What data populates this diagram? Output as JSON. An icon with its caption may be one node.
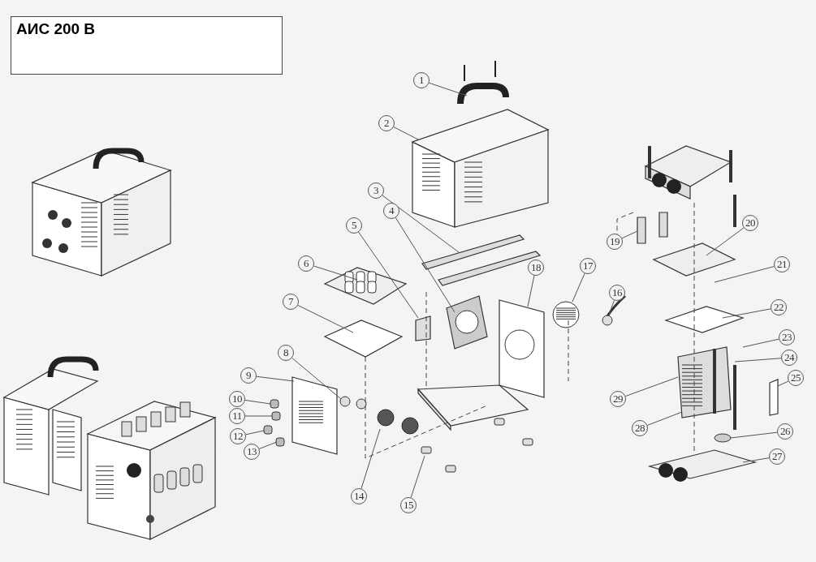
{
  "diagram": {
    "title": "АИС 200 В",
    "nodes": [
      {
        "text": [
          "1"
        ]
      },
      {
        "text": [
          "2"
        ]
      },
      {
        "text": [
          "3"
        ]
      },
      {
        "text": [
          "4"
        ]
      },
      {
        "text": [
          "5"
        ]
      },
      {
        "text": [
          "6"
        ]
      },
      {
        "text": [
          "7"
        ]
      },
      {
        "text": [
          "8"
        ]
      },
      {
        "text": [
          "9"
        ]
      },
      {
        "text": [
          "10"
        ]
      },
      {
        "text": [
          "11"
        ]
      },
      {
        "text": [
          "12"
        ]
      },
      {
        "text": [
          "13"
        ]
      },
      {
        "text": [
          "14"
        ]
      },
      {
        "text": [
          "15"
        ]
      },
      {
        "text": [
          "16"
        ]
      },
      {
        "text": [
          "17"
        ]
      },
      {
        "text": [
          "18"
        ]
      },
      {
        "text": [
          "19"
        ]
      },
      {
        "text": [
          "20"
        ]
      },
      {
        "text": [
          "21"
        ]
      },
      {
        "text": [
          "22"
        ]
      },
      {
        "text": [
          "23"
        ]
      },
      {
        "text": [
          "24"
        ]
      },
      {
        "text": [
          "25"
        ]
      },
      {
        "text": [
          "26"
        ]
      },
      {
        "text": [
          "27"
        ]
      },
      {
        "text": [
          "28"
        ]
      },
      {
        "text": [
          "29"
        ]
      }
    ],
    "edges": [
      {
        "from": 0,
        "to": null,
        "arrow": "none"
      },
      {
        "from": 1,
        "to": null,
        "arrow": "none"
      },
      {
        "from": 2,
        "to": null,
        "arrow": "none"
      },
      {
        "from": 3,
        "to": null,
        "arrow": "none"
      },
      {
        "from": 4,
        "to": null,
        "arrow": "none"
      },
      {
        "from": 5,
        "to": null,
        "arrow": "none"
      },
      {
        "from": 6,
        "to": null,
        "arrow": "none"
      },
      {
        "from": 7,
        "to": null,
        "arrow": "none"
      },
      {
        "from": 8,
        "to": null,
        "arrow": "none"
      },
      {
        "from": 9,
        "to": null,
        "arrow": "none"
      },
      {
        "from": 10,
        "to": null,
        "arrow": "none"
      },
      {
        "from": 11,
        "to": null,
        "arrow": "none"
      },
      {
        "from": 12,
        "to": null,
        "arrow": "none"
      },
      {
        "from": 13,
        "to": null,
        "arrow": "none"
      },
      {
        "from": 14,
        "to": null,
        "arrow": "none"
      },
      {
        "from": 15,
        "to": null,
        "arrow": "none"
      },
      {
        "from": 16,
        "to": null,
        "arrow": "none"
      },
      {
        "from": 17,
        "to": null,
        "arrow": "none"
      },
      {
        "from": 18,
        "to": null,
        "arrow": "none"
      },
      {
        "from": 19,
        "to": null,
        "arrow": "none"
      },
      {
        "from": 20,
        "to": null,
        "arrow": "none"
      },
      {
        "from": 21,
        "to": null,
        "arrow": "none"
      },
      {
        "from": 22,
        "to": null,
        "arrow": "none"
      },
      {
        "from": 23,
        "to": null,
        "arrow": "none"
      },
      {
        "from": 24,
        "to": null,
        "arrow": "none"
      },
      {
        "from": 25,
        "to": null,
        "arrow": "none"
      },
      {
        "from": 26,
        "to": null,
        "arrow": "none"
      },
      {
        "from": 27,
        "to": null,
        "arrow": "none"
      },
      {
        "from": 28,
        "to": null,
        "arrow": "none"
      }
    ]
  }
}
